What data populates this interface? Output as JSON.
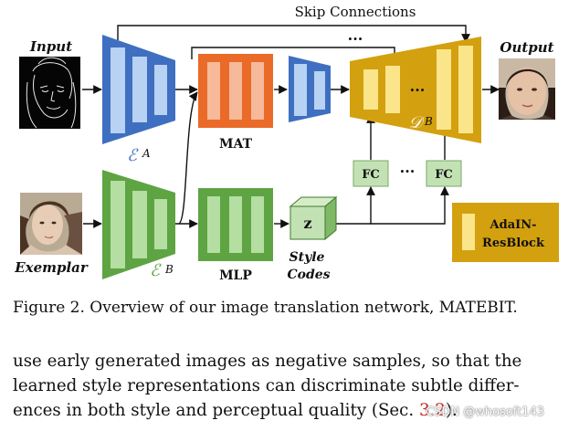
{
  "figure": {
    "skip_connections": "Skip Connections",
    "input_label": "Input",
    "output_label": "Output",
    "exemplar_label": "Exemplar",
    "encoder_a": "ℰ",
    "encoder_a_sub": "A",
    "encoder_b": "ℰ",
    "encoder_b_sub": "B",
    "decoder": "𝒟",
    "decoder_sub": "B",
    "mat_label": "MAT",
    "mlp_label": "MLP",
    "z_label": "z",
    "style_codes_line1": "Style",
    "style_codes_line2": "Codes",
    "fc_left": "FC",
    "fc_right": "FC",
    "ellipsis_fc": "···",
    "ellipsis_top": "···",
    "ellipsis_decoder": "···",
    "legend_line1": "AdaIN-",
    "legend_line2": "ResBlock",
    "colors": {
      "blue": "#3f6fc0",
      "blue_light": "#b7d2f2",
      "orange": "#ea6a28",
      "orange_light": "#f6b99a",
      "green": "#5fa443",
      "green_light": "#b4dea2",
      "gold": "#d3a00f",
      "gold_light": "#fbe58a",
      "fc_fill": "#c3e2b4"
    }
  },
  "caption": "Figure 2. Overview of our image translation network, MATEBIT.",
  "body": {
    "line1": "use early generated images as negative samples, so that the",
    "line2": "learned style representations can discriminate subtle differ-",
    "line3_pre": "ences in both style and perceptual quality (Sec. ",
    "line3_ref": "3.2",
    "line3_post": ")."
  },
  "watermark": "CSDN @whosoft143"
}
